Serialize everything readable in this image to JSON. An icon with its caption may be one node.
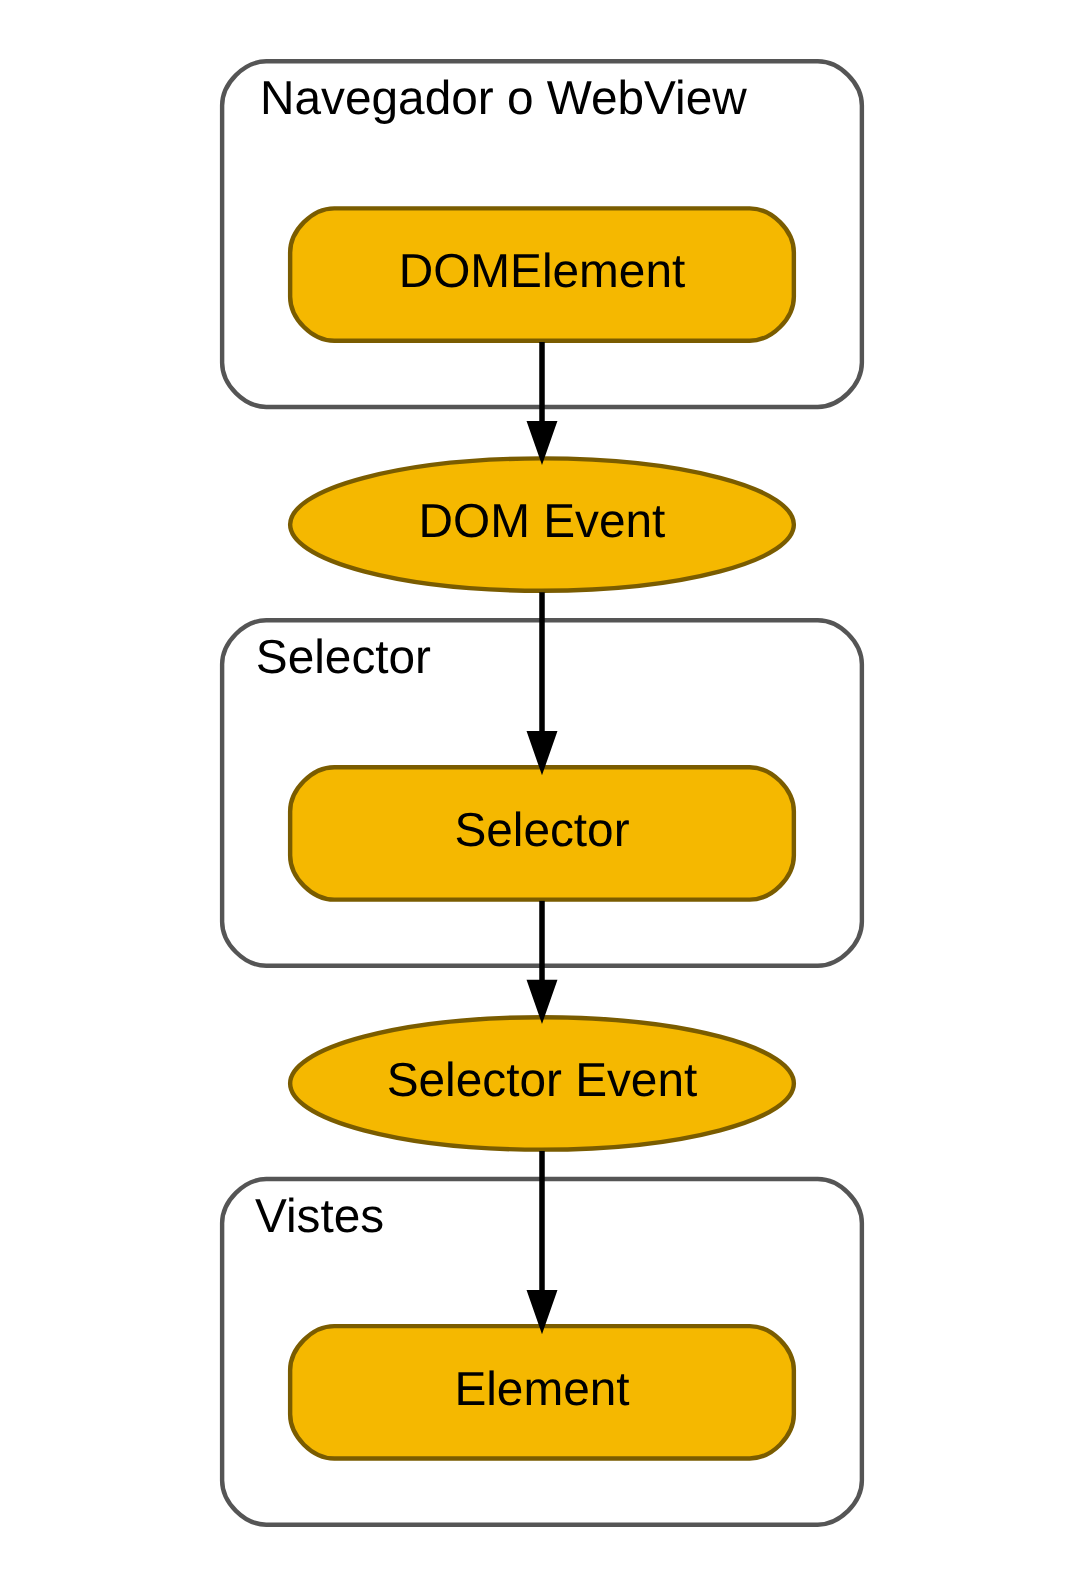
{
  "diagram": {
    "nodes": [
      {
        "text": [
          "Navegador o WebView"
        ]
      },
      {
        "text": [
          "DOMElement"
        ],
        "in": 0
      },
      {
        "text": [
          "DOM Event"
        ]
      },
      {
        "text": [
          "Selector"
        ]
      },
      {
        "text": [
          "Selector"
        ],
        "in": 3
      },
      {
        "text": [
          "Selector Event"
        ]
      },
      {
        "text": [
          "Vistes"
        ]
      },
      {
        "text": [
          "Element"
        ],
        "in": 6
      }
    ],
    "edges": [
      {
        "from": 1,
        "to": 2,
        "arrow": "to"
      },
      {
        "from": 2,
        "to": 4,
        "arrow": "to"
      },
      {
        "from": 4,
        "to": 5,
        "arrow": "to"
      },
      {
        "from": 5,
        "to": 7,
        "arrow": "to"
      }
    ]
  }
}
